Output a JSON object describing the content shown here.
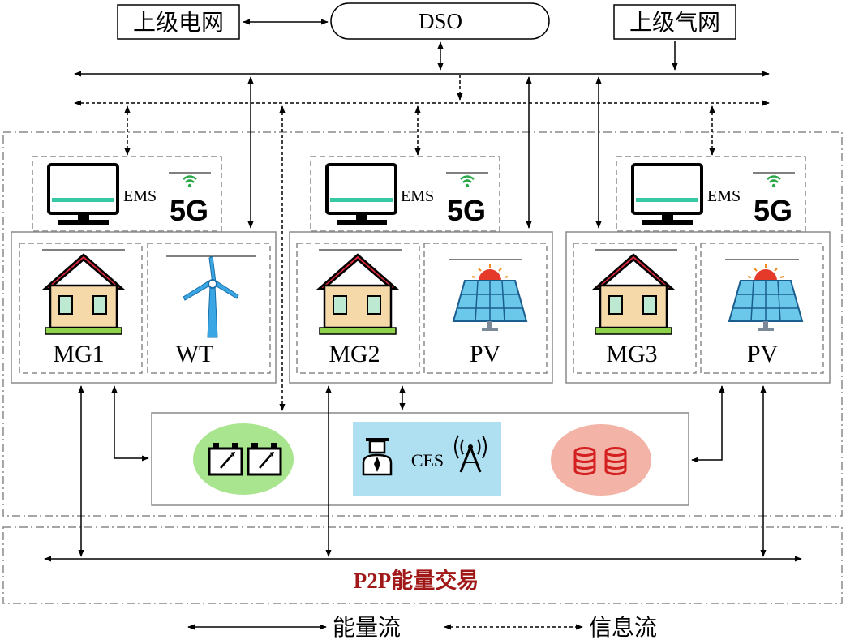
{
  "upper_grid": "上级电网",
  "dso": "DSO",
  "upper_gas": "上级气网",
  "ems": "EMS",
  "five_g": "5G",
  "mg1": "MG1",
  "wt": "WT",
  "mg2": "MG2",
  "pv2": "PV",
  "mg3": "MG3",
  "pv3": "PV",
  "ces": "CES",
  "p2p": "P2P能量交易",
  "legend": {
    "energy": "能量流",
    "info": "信息流"
  },
  "colors": {
    "p2p_text": "#a01818",
    "battery_bg": "#a9e58f",
    "ces_bg": "#aee0f2",
    "storage_bg": "#f3b3a6",
    "house_roof": "#d8283a",
    "house_wall": "#f5d9a8",
    "house_window": "#bde8d2",
    "house_base": "#8ed14a",
    "screen": "#37c8a4"
  }
}
